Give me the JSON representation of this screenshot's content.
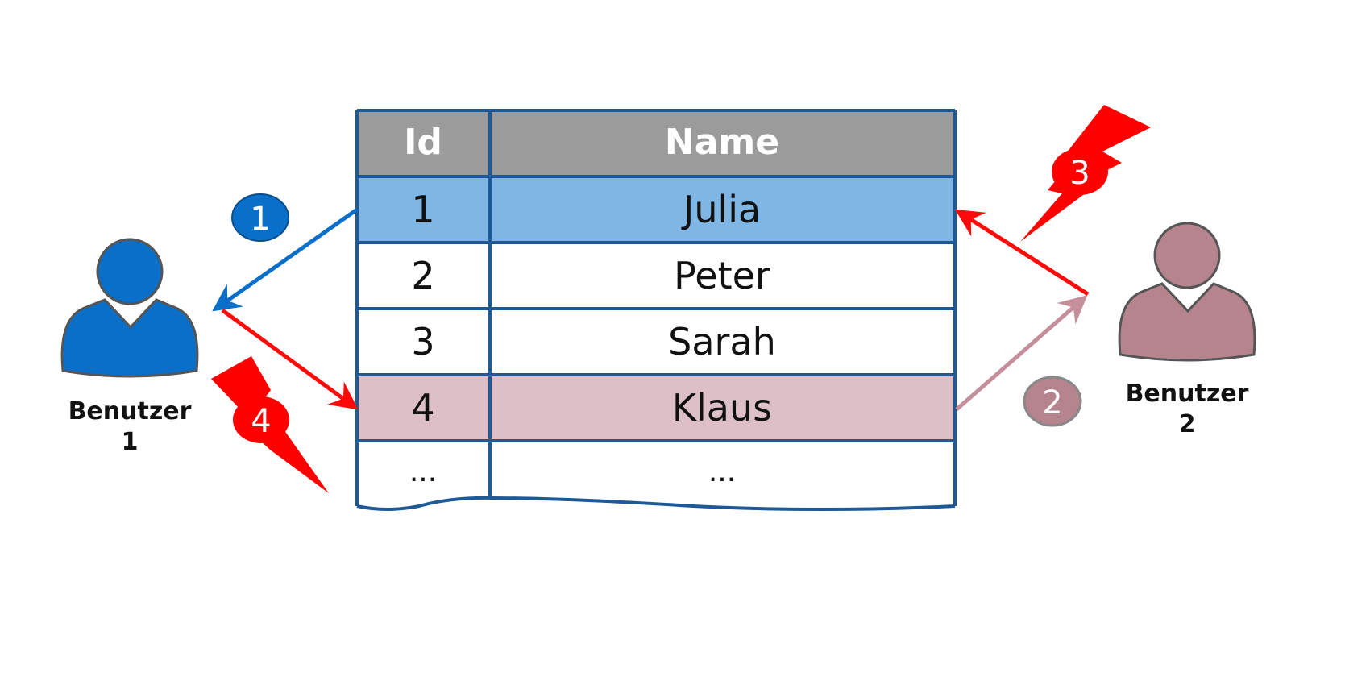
{
  "table": {
    "headers": {
      "id": "Id",
      "name": "Name"
    },
    "rows": [
      {
        "id": "1",
        "name": "Julia",
        "highlight": "blue"
      },
      {
        "id": "2",
        "name": "Peter",
        "highlight": "none"
      },
      {
        "id": "3",
        "name": "Sarah",
        "highlight": "none"
      },
      {
        "id": "4",
        "name": "Klaus",
        "highlight": "pink"
      },
      {
        "id": "...",
        "name": "...",
        "highlight": "none"
      }
    ]
  },
  "users": {
    "user1": {
      "line1": "Benutzer",
      "line2": "1",
      "color": "#0a6fc8"
    },
    "user2": {
      "line1": "Benutzer",
      "line2": "2",
      "color": "#b5848f"
    }
  },
  "steps": {
    "s1": "1",
    "s2": "2",
    "s3": "3",
    "s4": "4"
  },
  "colors": {
    "header_bg": "#9b9b9b",
    "border": "#1f5a98",
    "row_blue": "#80b6e4",
    "row_pink": "#dcbfc7",
    "arrow_blue": "#0a6fc8",
    "arrow_red": "#ff0a0a",
    "arrow_pink": "#c48f9b",
    "conflict_red": "#ff0000"
  }
}
